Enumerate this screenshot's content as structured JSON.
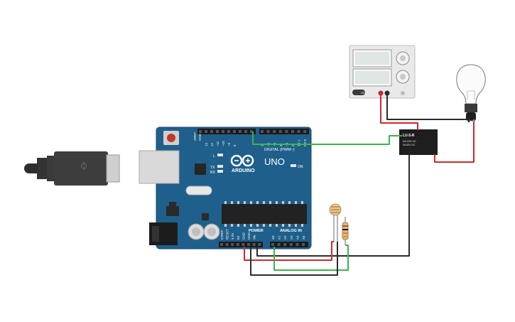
{
  "board": {
    "brand": "ARDUINO",
    "model": "UNO",
    "on_label": "ON",
    "led_l": "L",
    "led_tx": "TX",
    "led_rx": "RX",
    "aref": "AREF",
    "gnd": "GND",
    "digital_label": "DIGITAL (PWM~)",
    "power_label": "POWER",
    "analog_label": "ANALOG IN",
    "digital_pins": [
      "13",
      "12",
      "~11",
      "~10",
      "~9",
      "8",
      "7",
      "~6",
      "~5",
      "4",
      "~3",
      "2",
      "TX 1",
      "RX 0"
    ],
    "power_pins": [
      "IOREF",
      "RESET",
      "3.3V",
      "5V",
      "GND",
      "GND",
      "Vin"
    ],
    "analog_pins": [
      "A0",
      "A1",
      "A2",
      "A3",
      "A4",
      "A5"
    ]
  },
  "power_supply": {
    "off_label": "OFF"
  },
  "relay": {
    "model": "LU-5-R",
    "rating_1": "5A/125V AC",
    "rating_2": "5A/30V DC"
  },
  "colors": {
    "board_blue": "#1f5f8b",
    "wire_red": "#d6262b",
    "wire_green": "#3bb54a",
    "wire_black": "#2b2b2b"
  }
}
